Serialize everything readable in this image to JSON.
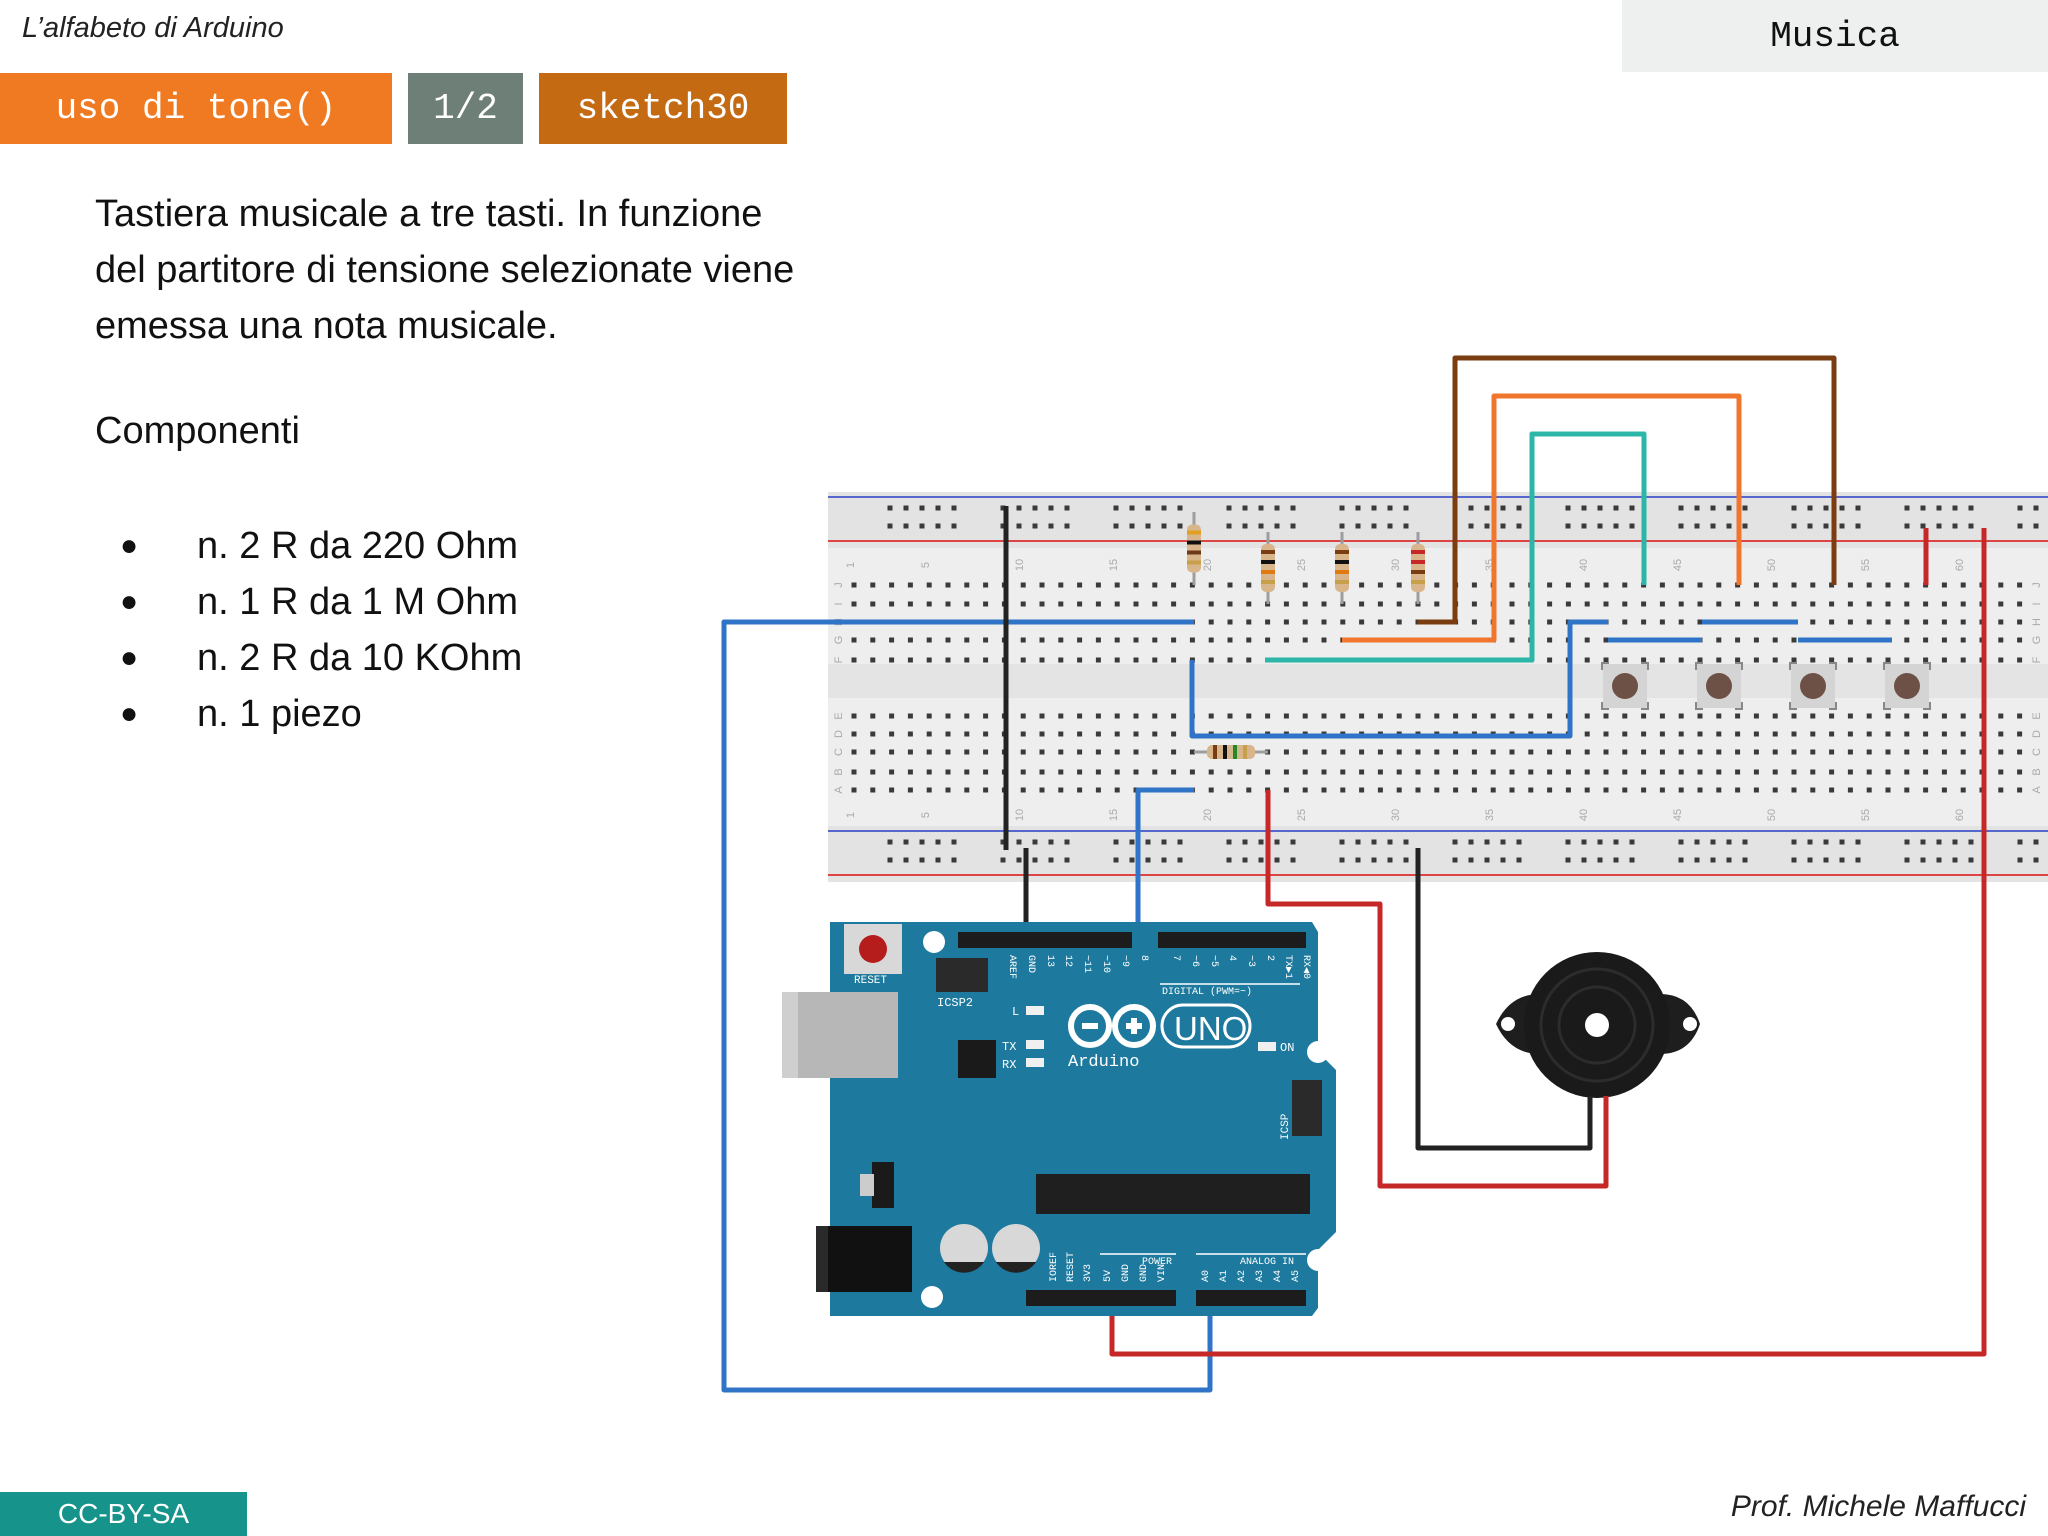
{
  "header": {
    "course_title": "L’alfabeto di Arduino",
    "section": "Musica"
  },
  "tags": {
    "topic": "uso di tone()",
    "page": "1/2",
    "sketch": "sketch30"
  },
  "content": {
    "description_lines": [
      "Tastiera musicale a tre tasti. In funzione",
      "del partitore di tensione selezionate viene",
      "emessa una nota musicale."
    ],
    "components_heading": "Componenti",
    "components": [
      "n. 2 R da 220 Ohm",
      "n. 1 R da 1 M Ohm",
      "n. 2 R da 10 KOhm",
      "n. 1 piezo"
    ]
  },
  "board": {
    "reset_label": "RESET",
    "icsp2_label": "ICSP2",
    "brand": "Arduino",
    "model": "UNO",
    "digital_label": "DIGITAL (PWM=~)",
    "power_label": "POWER",
    "analog_label": "ANALOG IN",
    "on_label": "ON",
    "l_label": "L",
    "tx_label": "TX",
    "rx_label": "RX",
    "icsp_label": "ICSP",
    "digital_pins": [
      "AREF",
      "GND",
      "13",
      "12",
      "~11",
      "~10",
      "~9",
      "8",
      "7",
      "~6",
      "~5",
      "4",
      "~3",
      "2",
      "TX▶1",
      "RX◀0"
    ],
    "power_pins": [
      "IOREF",
      "RESET",
      "3V3",
      "5V",
      "GND",
      "GND",
      "VIN"
    ],
    "analog_pins": [
      "A0",
      "A1",
      "A2",
      "A3",
      "A4",
      "A5"
    ]
  },
  "breadboard": {
    "column_numbers": [
      "1",
      "5",
      "10",
      "15",
      "20",
      "25",
      "30",
      "35",
      "40",
      "45",
      "50",
      "55",
      "60"
    ],
    "row_letters_top": [
      "J",
      "I",
      "H",
      "G",
      "F"
    ],
    "row_letters_bottom": [
      "E",
      "D",
      "C",
      "B",
      "A"
    ]
  },
  "footer": {
    "license": "CC-BY-SA",
    "author": "Prof. Michele Maffucci"
  },
  "colors": {
    "orange_tag": "#f07a22",
    "gray_tag": "#6e7f78",
    "brown_tag": "#c46a12",
    "license_bg": "#16948b",
    "board_blue": "#1d7a9e",
    "wire_red": "#c62828",
    "wire_blue": "#2f74c7",
    "wire_black": "#222222",
    "wire_brown": "#7a3d12",
    "wire_orange": "#f0762e",
    "wire_teal": "#2bb6a8",
    "button_cap": "#6d5146"
  }
}
